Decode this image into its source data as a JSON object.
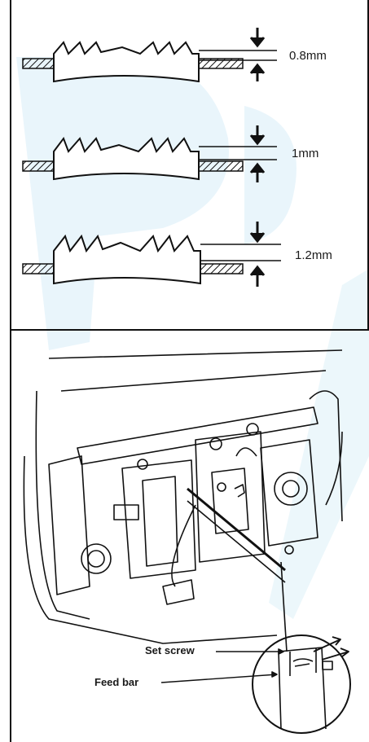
{
  "feed_heights": [
    {
      "label": "0.8mm"
    },
    {
      "label": "1mm"
    },
    {
      "label": "1.2mm"
    }
  ],
  "callouts": {
    "set_screw": "Set screw",
    "feed_bar": "Feed bar"
  },
  "colors": {
    "line": "#111111",
    "watermark": "#d6eef8"
  }
}
